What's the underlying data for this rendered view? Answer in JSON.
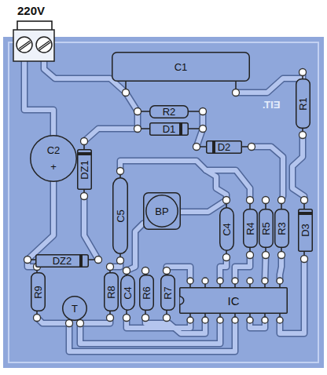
{
  "diagram": {
    "nodes": [
      {
        "text": [
          "C1"
        ]
      },
      {
        "text": [
          "R1"
        ]
      },
      {
        "text": [
          "R2"
        ]
      },
      {
        "text": [
          "D1"
        ]
      },
      {
        "text": [
          "D2"
        ]
      },
      {
        "text": [
          "C2",
          "+"
        ]
      },
      {
        "text": [
          "DZ1"
        ]
      },
      {
        "text": [
          "BP"
        ]
      },
      {
        "text": [
          "C5"
        ]
      },
      {
        "text": [
          "C4"
        ]
      },
      {
        "text": [
          "R4"
        ]
      },
      {
        "text": [
          "R5"
        ]
      },
      {
        "text": [
          "R3"
        ]
      },
      {
        "text": [
          "D3"
        ]
      },
      {
        "text": [
          "DZ2"
        ]
      },
      {
        "text": [
          "R9"
        ]
      },
      {
        "text": [
          "T"
        ]
      },
      {
        "text": [
          "R8"
        ]
      },
      {
        "text": [
          "C4"
        ]
      },
      {
        "text": [
          "R6"
        ]
      },
      {
        "text": [
          "R7"
        ]
      },
      {
        "text": [
          "IC"
        ]
      }
    ],
    "labels": [
      "220V",
      "EIT."
    ]
  }
}
